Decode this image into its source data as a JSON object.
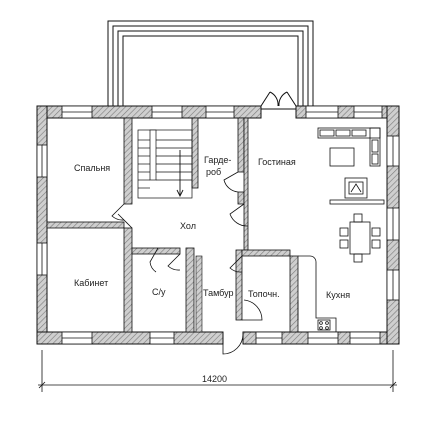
{
  "plan": {
    "rooms": {
      "bedroom": "Спальня",
      "wardrobe_line1": "Гарде-",
      "wardrobe_line2": "роб",
      "living": "Гостиная",
      "hall": "Хол",
      "office": "Кабинет",
      "bathroom": "С/у",
      "vestibule": "Тамбур",
      "boiler": "Топочн.",
      "kitchen": "Кухня"
    },
    "dimension": "14200"
  },
  "colors": {
    "wall_fill": "#bdbdbd",
    "line": "#111111"
  }
}
